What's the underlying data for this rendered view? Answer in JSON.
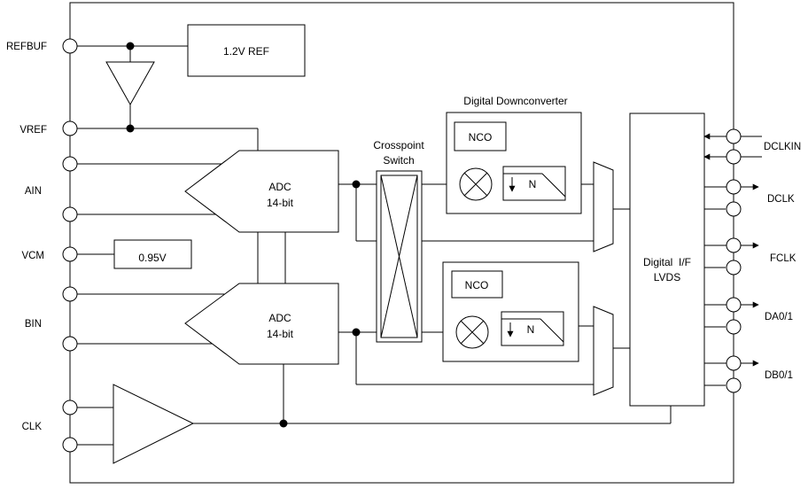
{
  "pins_left": {
    "refbuf": "REFBUF",
    "vref": "VREF",
    "ain": "AIN",
    "vcm": "VCM",
    "bin": "BIN",
    "clk": "CLK"
  },
  "pins_right": {
    "dclkin": "DCLKIN",
    "dclk": "DCLK",
    "fclk": "FCLK",
    "da": "DA0/1",
    "db": "DB0/1"
  },
  "blocks": {
    "ref": "1.2V REF",
    "vcm_ref": "0.95V",
    "adc_a": [
      "ADC",
      "14-bit"
    ],
    "adc_b": [
      "ADC",
      "14-bit"
    ],
    "crosspoint": [
      "Crosspoint",
      "Switch"
    ],
    "ddc_title": "Digital Downconverter",
    "nco_a": "NCO",
    "nco_b": "NCO",
    "filter_a": "N",
    "filter_b": "N",
    "digital_if": [
      "Digital  I/F",
      "LVDS"
    ]
  }
}
